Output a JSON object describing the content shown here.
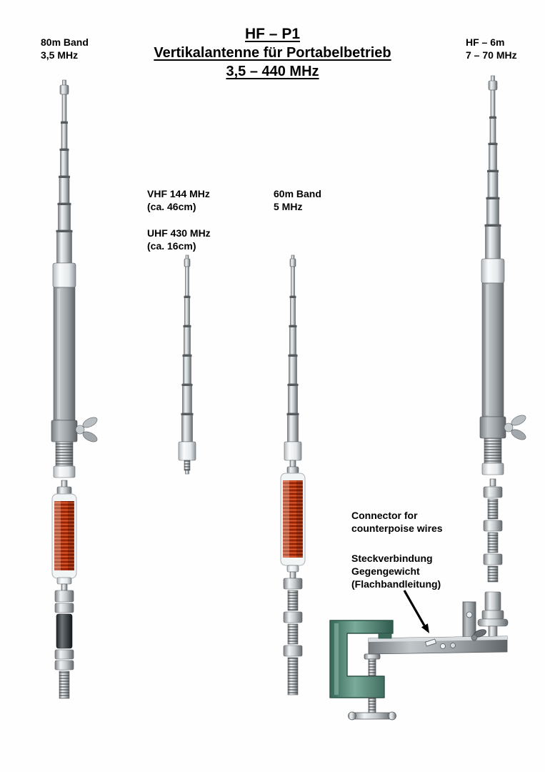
{
  "title": {
    "line1": "HF – P1",
    "line2": "Vertikalantenne für Portabelbetrieb",
    "line3": "3,5 – 440 MHz"
  },
  "labels": {
    "band80m": {
      "line1": "80m Band",
      "line2": "3,5 MHz"
    },
    "hf6m": {
      "line1": "HF – 6m",
      "line2": "7 – 70 MHz"
    },
    "vhf": {
      "line1": "VHF 144 MHz",
      "line2": "(ca. 46cm)"
    },
    "uhf": {
      "line1": "UHF 430 MHz",
      "line2": "(ca. 16cm)"
    },
    "band60m": {
      "line1": "60m Band",
      "line2": "5 MHz"
    },
    "connectorEn": {
      "line1": "Connector for",
      "line2": "counterpoise wires"
    },
    "connectorDe": {
      "line1": "Steckverbindung",
      "line2": "Gegengewicht",
      "line3": "(Flachbandleitung)"
    }
  },
  "colors": {
    "coilRed": "#bf3a14",
    "clampGreen": "#5d8f80",
    "metalGray": "#9aa0a4",
    "text": "#000000"
  }
}
